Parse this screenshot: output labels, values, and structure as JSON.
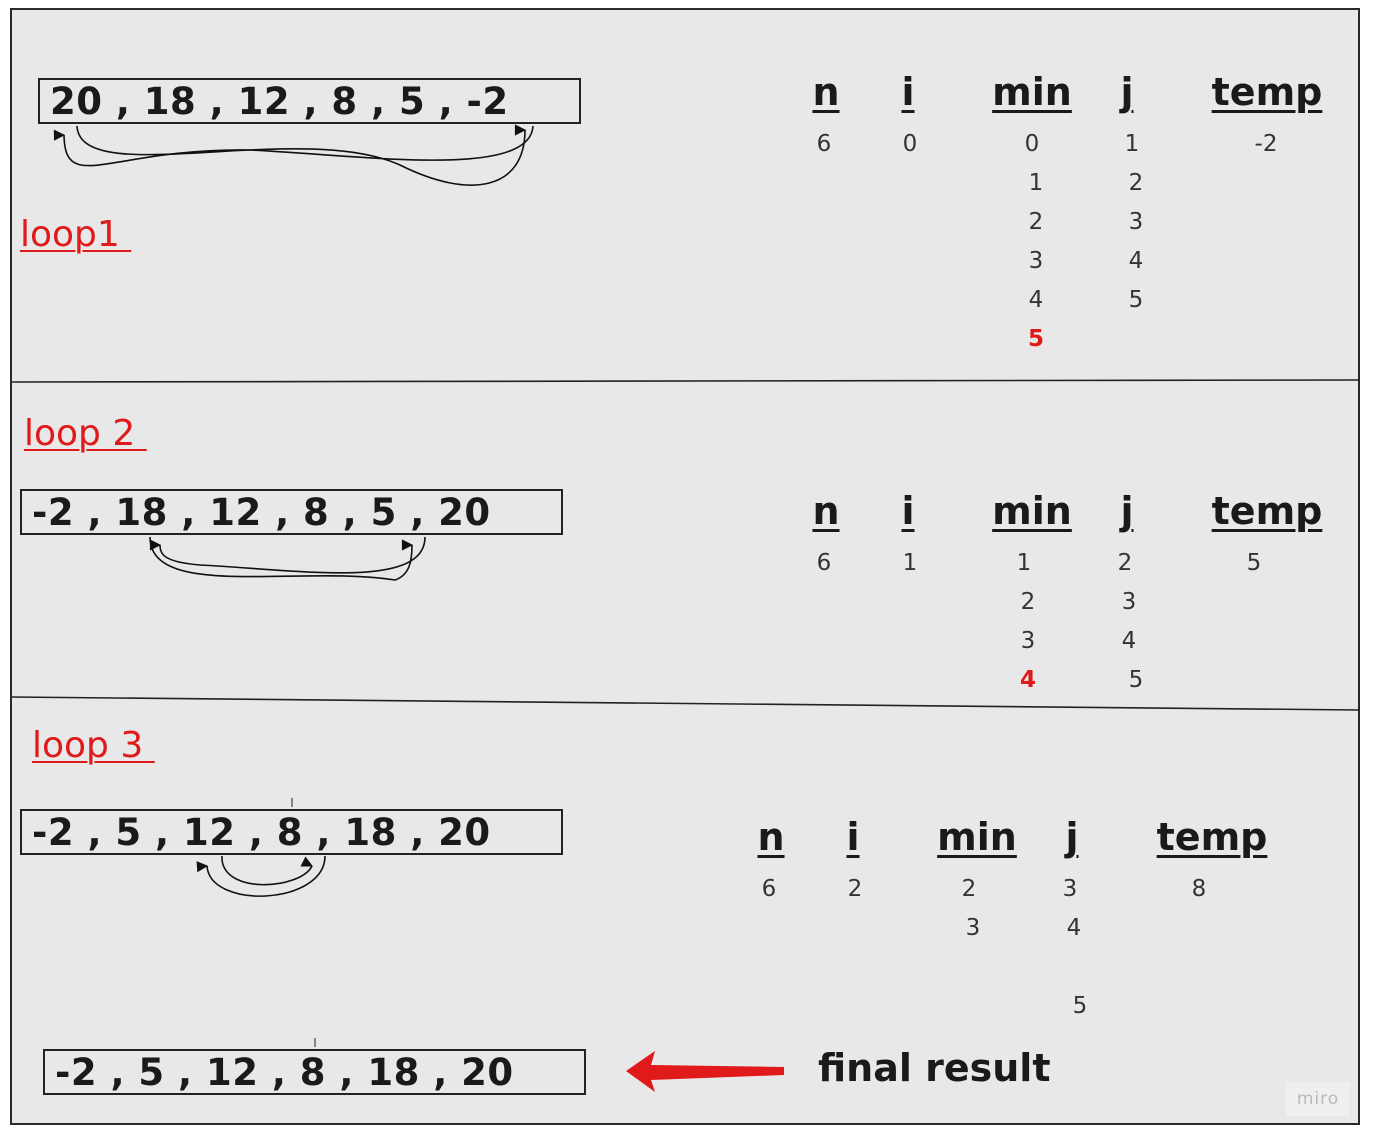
{
  "loops": [
    {
      "label": "loop1 ",
      "array": "20 , 18 , 12 , 8 , 5 , -2",
      "headers": [
        "n",
        "i",
        "min",
        "j",
        "temp"
      ],
      "values": {
        "n": [
          "6"
        ],
        "i": [
          "0"
        ],
        "min": [
          "0",
          "1",
          "2",
          "3",
          "4",
          "5"
        ],
        "j": [
          "1",
          "2",
          "3",
          "4",
          "5"
        ],
        "temp": [
          "-2"
        ]
      },
      "highlight_min": "5"
    },
    {
      "label": "loop 2 ",
      "array": "-2 , 18 , 12 , 8 , 5 , 20",
      "headers": [
        "n",
        "i",
        "min",
        "j",
        "temp"
      ],
      "values": {
        "n": [
          "6"
        ],
        "i": [
          "1"
        ],
        "min": [
          "1",
          "2",
          "3",
          "4"
        ],
        "j": [
          "2",
          "3",
          "4",
          "5"
        ],
        "temp": [
          "5"
        ]
      },
      "highlight_min": "4"
    },
    {
      "label": "loop 3 ",
      "array": "-2 , 5 , 12 , 8 , 18 , 20",
      "headers": [
        "n",
        "i",
        "min",
        "j",
        "temp"
      ],
      "values": {
        "n": [
          "6"
        ],
        "i": [
          "2"
        ],
        "min": [
          "2",
          "3"
        ],
        "j": [
          "3",
          "4",
          "5"
        ],
        "temp": [
          "8"
        ]
      }
    }
  ],
  "final": {
    "array": "-2 , 5 , 12 , 8 , 18 , 20",
    "label": "final result",
    "arrow_color": "#e01a1a"
  },
  "watermark": "miro",
  "colors": {
    "accent": "#e01a1a",
    "background": "#e8e8e8",
    "text": "#1a1a1a"
  }
}
